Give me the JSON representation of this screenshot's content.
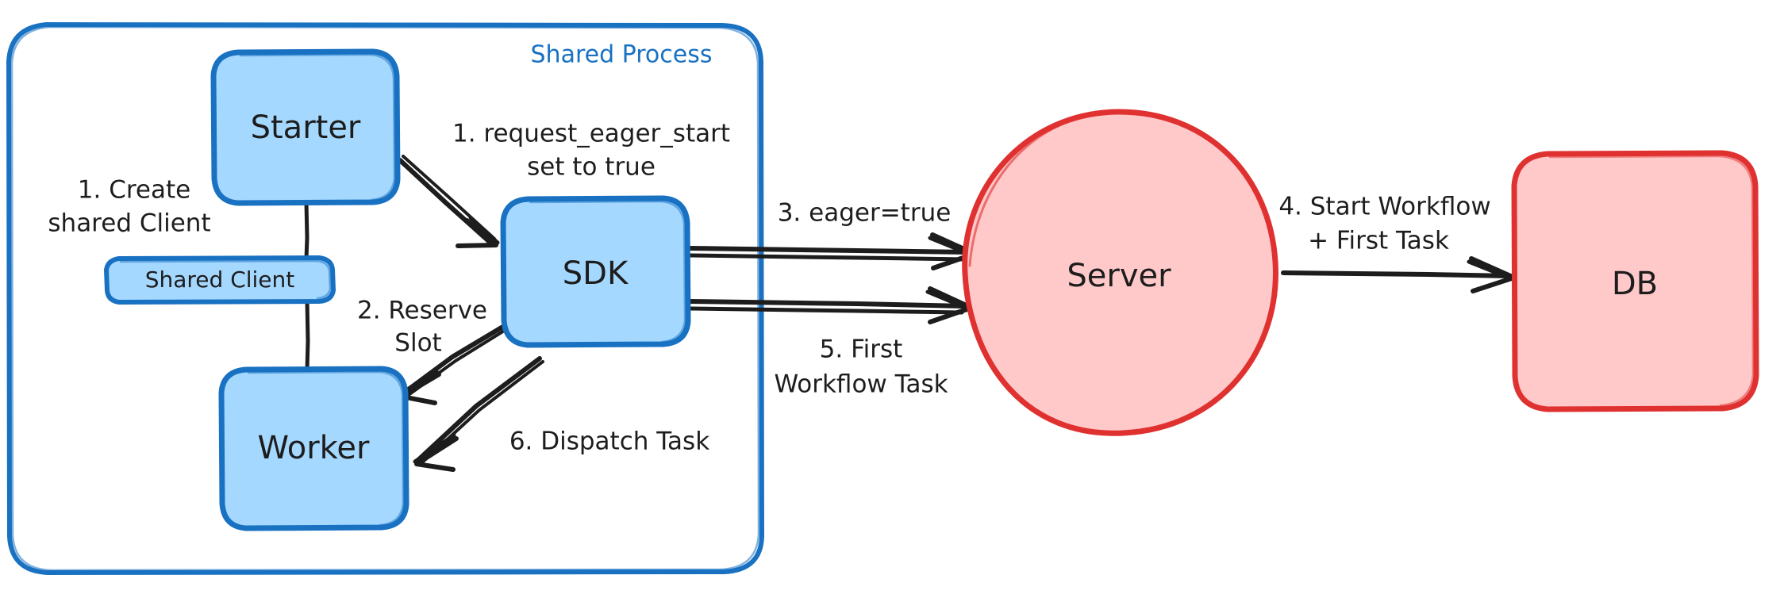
{
  "diagram": {
    "title": "Eager Workflow Start sequence",
    "background": "#ffffff",
    "palette": {
      "blue_stroke": "#1971c2",
      "blue_fill": "#a5d8ff",
      "red_stroke": "#e03131",
      "red_fill": "#ffc9c9",
      "black": "#1d1d1d"
    },
    "groups": [
      {
        "id": "shared-process",
        "label": "Shared Process",
        "label_color": "#1971c2",
        "stroke": "#1971c2",
        "fill": "none"
      }
    ],
    "nodes": [
      {
        "id": "starter",
        "label": "Starter",
        "shape": "rounded-rect",
        "fill": "#a5d8ff",
        "stroke": "#1971c2",
        "font_size": 40
      },
      {
        "id": "shared-client",
        "label": "Shared Client",
        "shape": "rounded-rect",
        "fill": "#a5d8ff",
        "stroke": "#1971c2",
        "font_size": 28
      },
      {
        "id": "worker",
        "label": "Worker",
        "shape": "rounded-rect",
        "fill": "#a5d8ff",
        "stroke": "#1971c2",
        "font_size": 40
      },
      {
        "id": "sdk",
        "label": "SDK",
        "shape": "rounded-rect",
        "fill": "#a5d8ff",
        "stroke": "#1971c2",
        "font_size": 40
      },
      {
        "id": "server",
        "label": "Server",
        "shape": "ellipse",
        "fill": "#ffc9c9",
        "stroke": "#e03131",
        "font_size": 40
      },
      {
        "id": "db",
        "label": "DB",
        "shape": "rounded-rect",
        "fill": "#ffc9c9",
        "stroke": "#e03131",
        "font_size": 40
      }
    ],
    "edges": [
      {
        "id": "e1-create-shared-client",
        "from": "starter",
        "to": "worker",
        "label_lines": [
          "1. Create",
          "shared Client"
        ],
        "style": "plain-line"
      },
      {
        "id": "e1-request-eager-start",
        "from": "starter",
        "to": "sdk",
        "label_lines": [
          "1. request_eager_start",
          "set to true"
        ],
        "style": "arrow"
      },
      {
        "id": "e2-reserve-slot",
        "from": "sdk",
        "to": "worker",
        "label_lines": [
          "2. Reserve",
          "Slot"
        ],
        "style": "arrow"
      },
      {
        "id": "e3-eager-true",
        "from": "sdk",
        "to": "server",
        "label_lines": [
          "3. eager=true"
        ],
        "style": "arrow"
      },
      {
        "id": "e4-start-workflow",
        "from": "server",
        "to": "db",
        "label_lines": [
          "4. Start Workflow",
          "+ First Task"
        ],
        "style": "arrow"
      },
      {
        "id": "e5-first-workflow-task",
        "from": "server",
        "to": "sdk",
        "label_lines": [
          "5. First",
          "Workflow Task"
        ],
        "style": "arrow"
      },
      {
        "id": "e6-dispatch-task",
        "from": "sdk",
        "to": "worker",
        "label_lines": [
          "6. Dispatch Task"
        ],
        "style": "arrow"
      }
    ],
    "labels": {
      "shared_process": "Shared Process",
      "starter": "Starter",
      "shared_client": "Shared Client",
      "worker": "Worker",
      "sdk": "SDK",
      "server": "Server",
      "db": "DB",
      "step1_create_l1": "1. Create",
      "step1_create_l2": "shared Client",
      "step1_eager_l1": "1. request_eager_start",
      "step1_eager_l2": "set to true",
      "step2_l1": "2. Reserve",
      "step2_l2": "Slot",
      "step3_l1": "3. eager=true",
      "step4_l1": "4. Start Workflow",
      "step4_l2": "+ First Task",
      "step5_l1": "5. First",
      "step5_l2": "Workflow Task",
      "step6_l1": "6. Dispatch Task"
    }
  }
}
